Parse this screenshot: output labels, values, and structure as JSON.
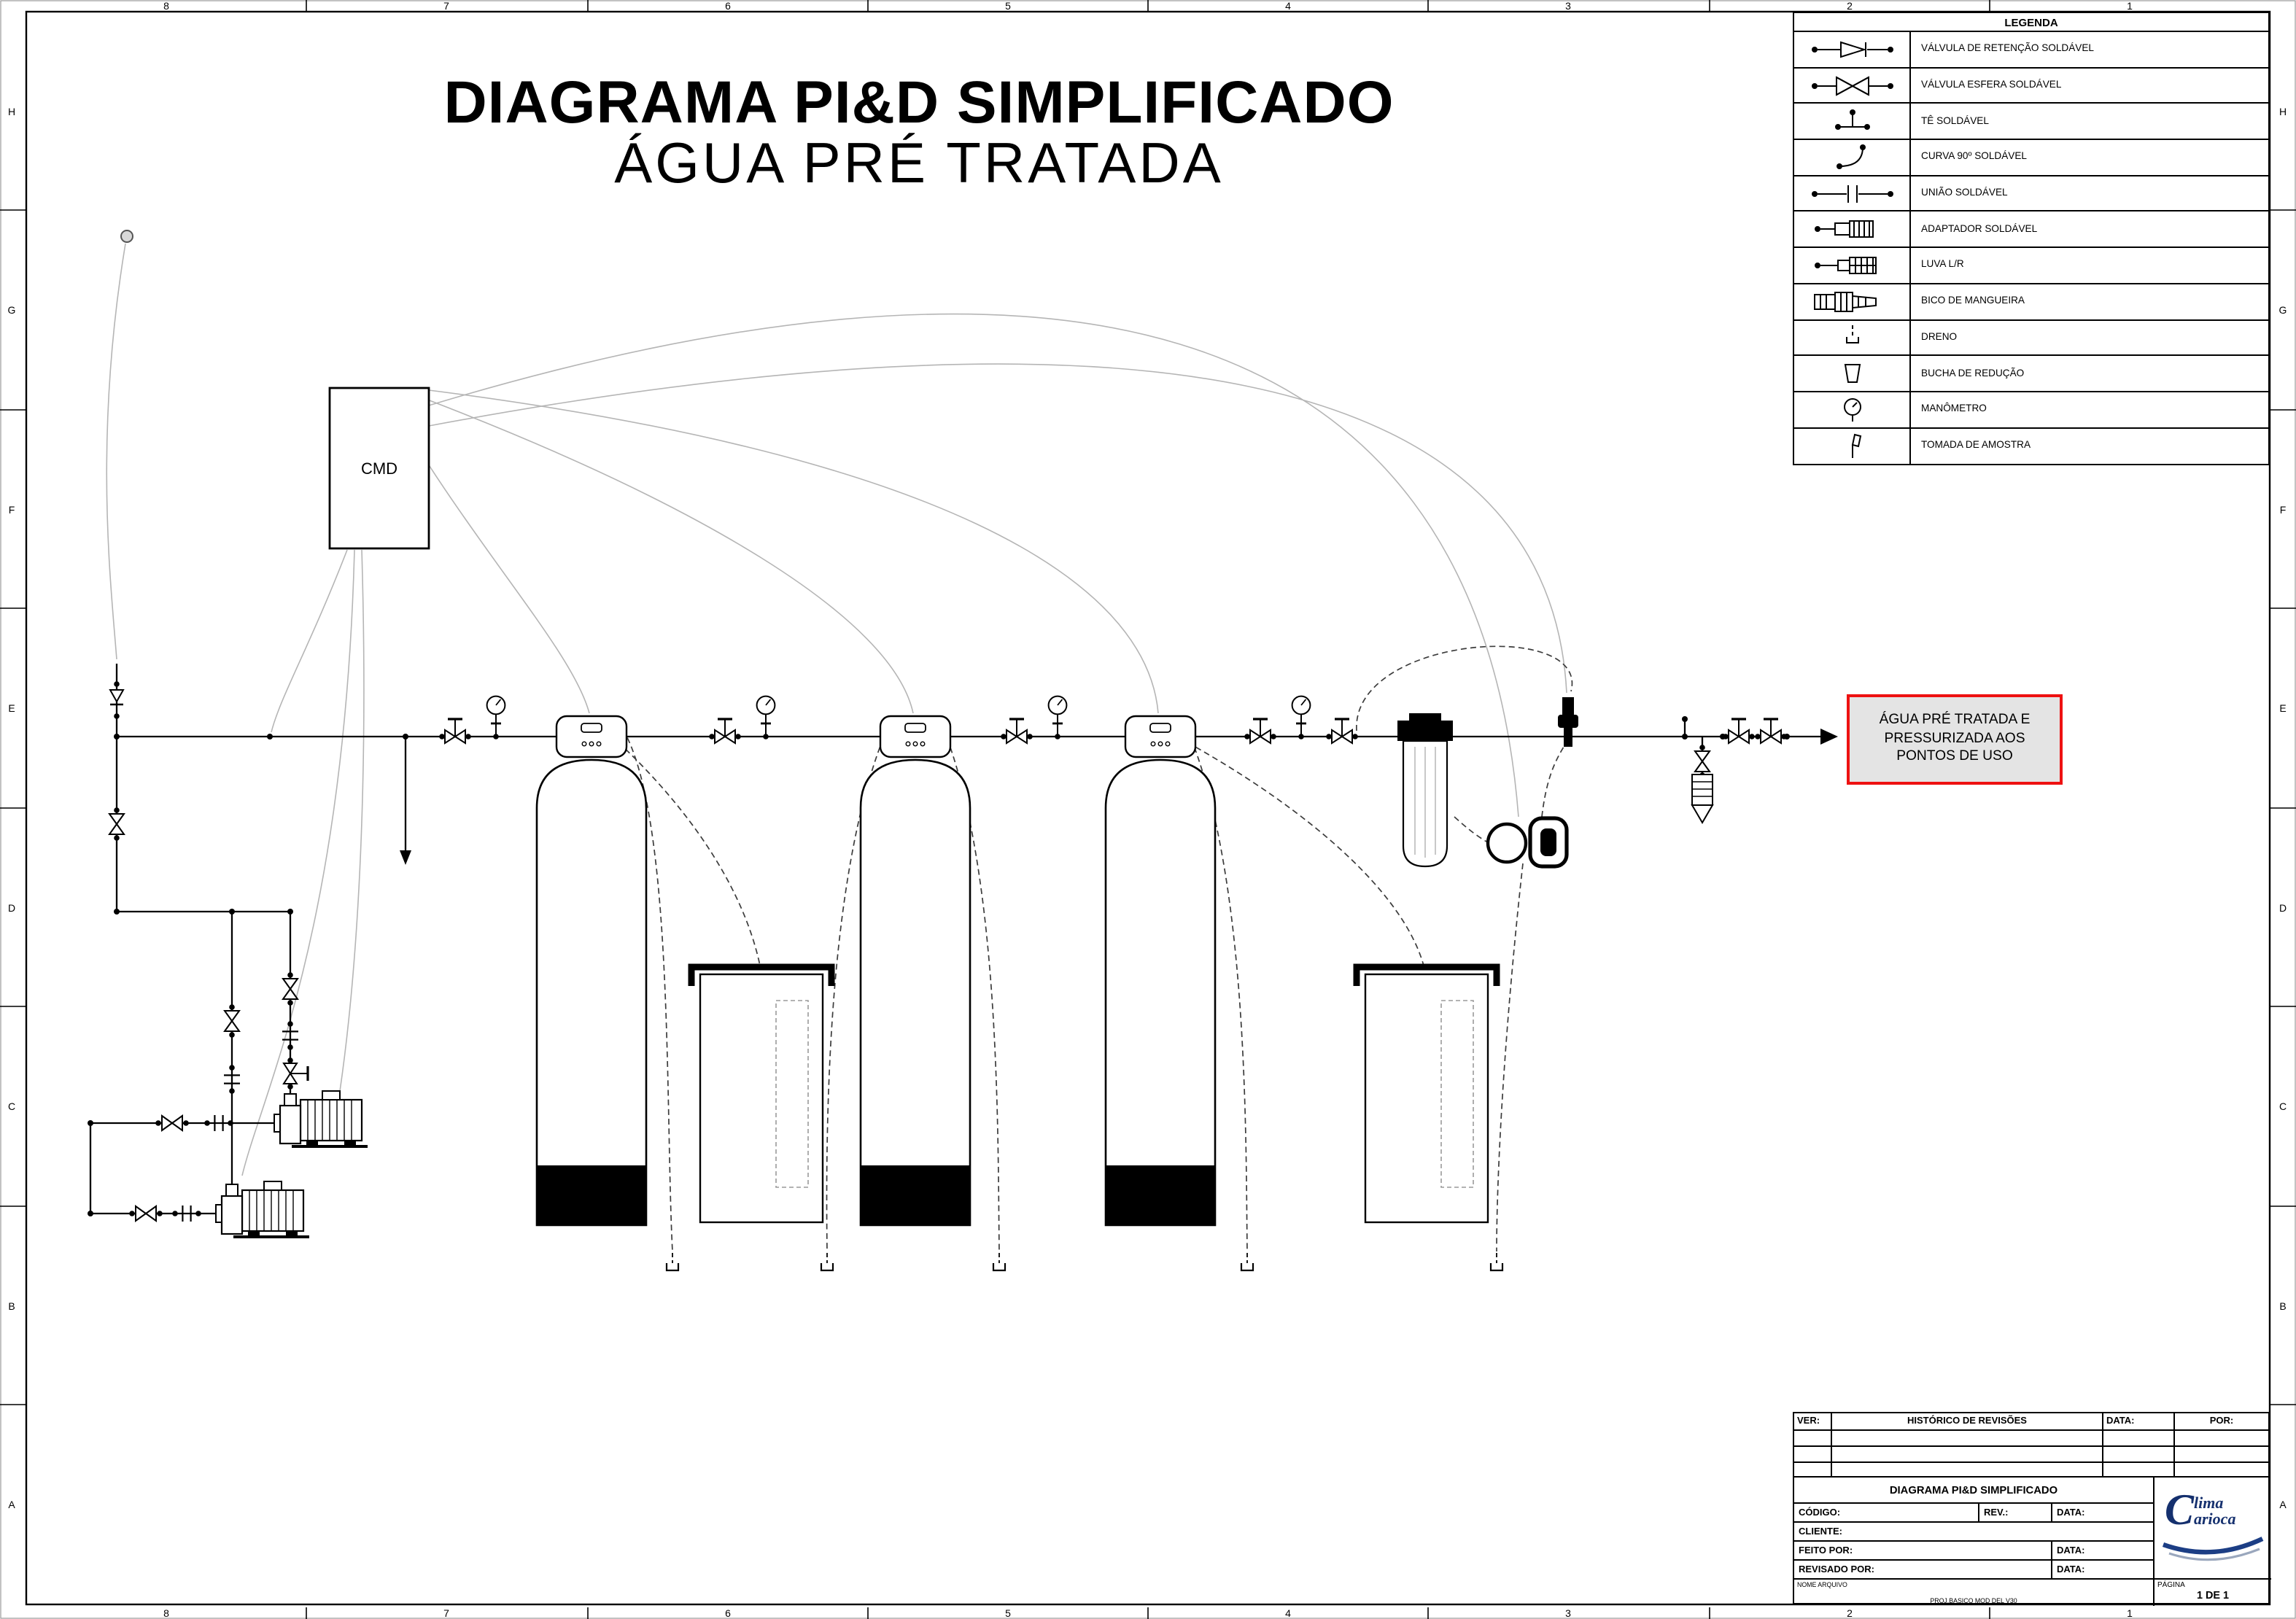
{
  "sheet": {
    "title_line1": "DIAGRAMA PI&D SIMPLIFICADO",
    "title_line2": "ÁGUA PRÉ TRATADA"
  },
  "grid": {
    "columns": [
      "8",
      "7",
      "6",
      "5",
      "4",
      "3",
      "2",
      "1"
    ],
    "rows": [
      "H",
      "G",
      "F",
      "E",
      "D",
      "C",
      "B",
      "A"
    ]
  },
  "legend": {
    "title": "LEGENDA",
    "rows": [
      {
        "symbol": "check-valve-icon",
        "label": "VÁLVULA DE RETENÇÃO SOLDÁVEL"
      },
      {
        "symbol": "ball-valve-icon",
        "label": "VÁLVULA ESFERA SOLDÁVEL"
      },
      {
        "symbol": "tee-icon",
        "label": "TÊ SOLDÁVEL"
      },
      {
        "symbol": "elbow-90-icon",
        "label": "CURVA 90º SOLDÁVEL"
      },
      {
        "symbol": "union-icon",
        "label": "UNIÃO SOLDÁVEL"
      },
      {
        "symbol": "adapter-icon",
        "label": "ADAPTADOR SOLDÁVEL"
      },
      {
        "symbol": "coupling-icon",
        "label": "LUVA L/R"
      },
      {
        "symbol": "hose-barb-icon",
        "label": "BICO DE MANGUEIRA"
      },
      {
        "symbol": "drain-icon",
        "label": "DRENO"
      },
      {
        "symbol": "reducer-bushing-icon",
        "label": "BUCHA DE REDUÇÃO"
      },
      {
        "symbol": "pressure-gauge-icon",
        "label": "MANÔMETRO"
      },
      {
        "symbol": "sample-point-icon",
        "label": "TOMADA DE AMOSTRA"
      }
    ]
  },
  "diagram": {
    "cmd_label": "CMD",
    "outlet_note_lines": [
      "ÁGUA PRÉ TRATADA E",
      "PRESSURIZADA AOS",
      "PONTOS DE USO"
    ]
  },
  "title_block": {
    "ver_label": "VER:",
    "history_label": "HISTÓRICO DE REVISÕES",
    "date_label": "DATA:",
    "por_label": "POR:",
    "doc_title": "DIAGRAMA PI&D SIMPLIFICADO",
    "codigo_label": "CÓDIGO:",
    "rev_label": "REV.:",
    "date2_label": "DATA:",
    "cliente_label": "CLIENTE:",
    "feito_label": "FEITO POR:",
    "date3_label": "DATA:",
    "revisado_label": "REVISADO POR:",
    "date4_label": "DATA:",
    "nome_arquivo_label": "NOME ARQUIVO",
    "file_ref": "PROJ.BASICO MOD DEL V30",
    "pagina_label": "PÁGINA",
    "pagina_value": "1 DE 1",
    "logo_initial": "C",
    "logo_line1": "lima",
    "logo_line2": "arioca"
  },
  "colors": {
    "outlet_border": "#ee1111",
    "outlet_fill": "#e4e4e4",
    "logo_blue": "#1c3e85",
    "signal_line": "#b5b5b5",
    "line": "#000000"
  }
}
